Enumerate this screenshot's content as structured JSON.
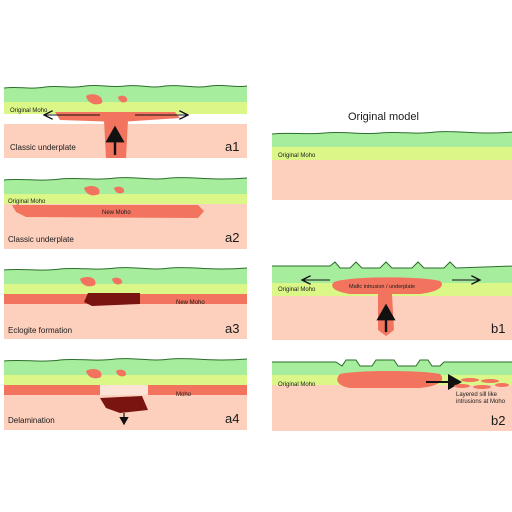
{
  "title_right": "Original model",
  "colors": {
    "upper_crust": "#a6ee9e",
    "lower_crust": "#daf787",
    "mantle": "#fdd0bd",
    "intrusion": "#f2745f",
    "new_moho_band": "#f2745f",
    "eclogite": "#7a1410",
    "topography": "#2b6e2b"
  },
  "panels": {
    "a1": {
      "tag": "a1",
      "caption": "Classic underplate",
      "moho_label": "Original Moho"
    },
    "a2": {
      "tag": "a2",
      "caption": "Classic underplate",
      "moho_label": "Original Moho",
      "new_moho_label": "New Moho"
    },
    "a3": {
      "tag": "a3",
      "caption": "Eclogite formation",
      "new_moho_label": "New Moho"
    },
    "a4": {
      "tag": "a4",
      "caption": "Delamination",
      "moho_label": "Moho"
    },
    "orig": {
      "moho_label": "Original Moho"
    },
    "b1": {
      "tag": "b1",
      "moho_label": "Original Moho",
      "intrusion_label": "Mafic intrusion / underplate"
    },
    "b2": {
      "tag": "b2",
      "moho_label": "Original Moho",
      "sill_label_1": "Layered sill like",
      "sill_label_2": "intrusions at Moho"
    }
  }
}
